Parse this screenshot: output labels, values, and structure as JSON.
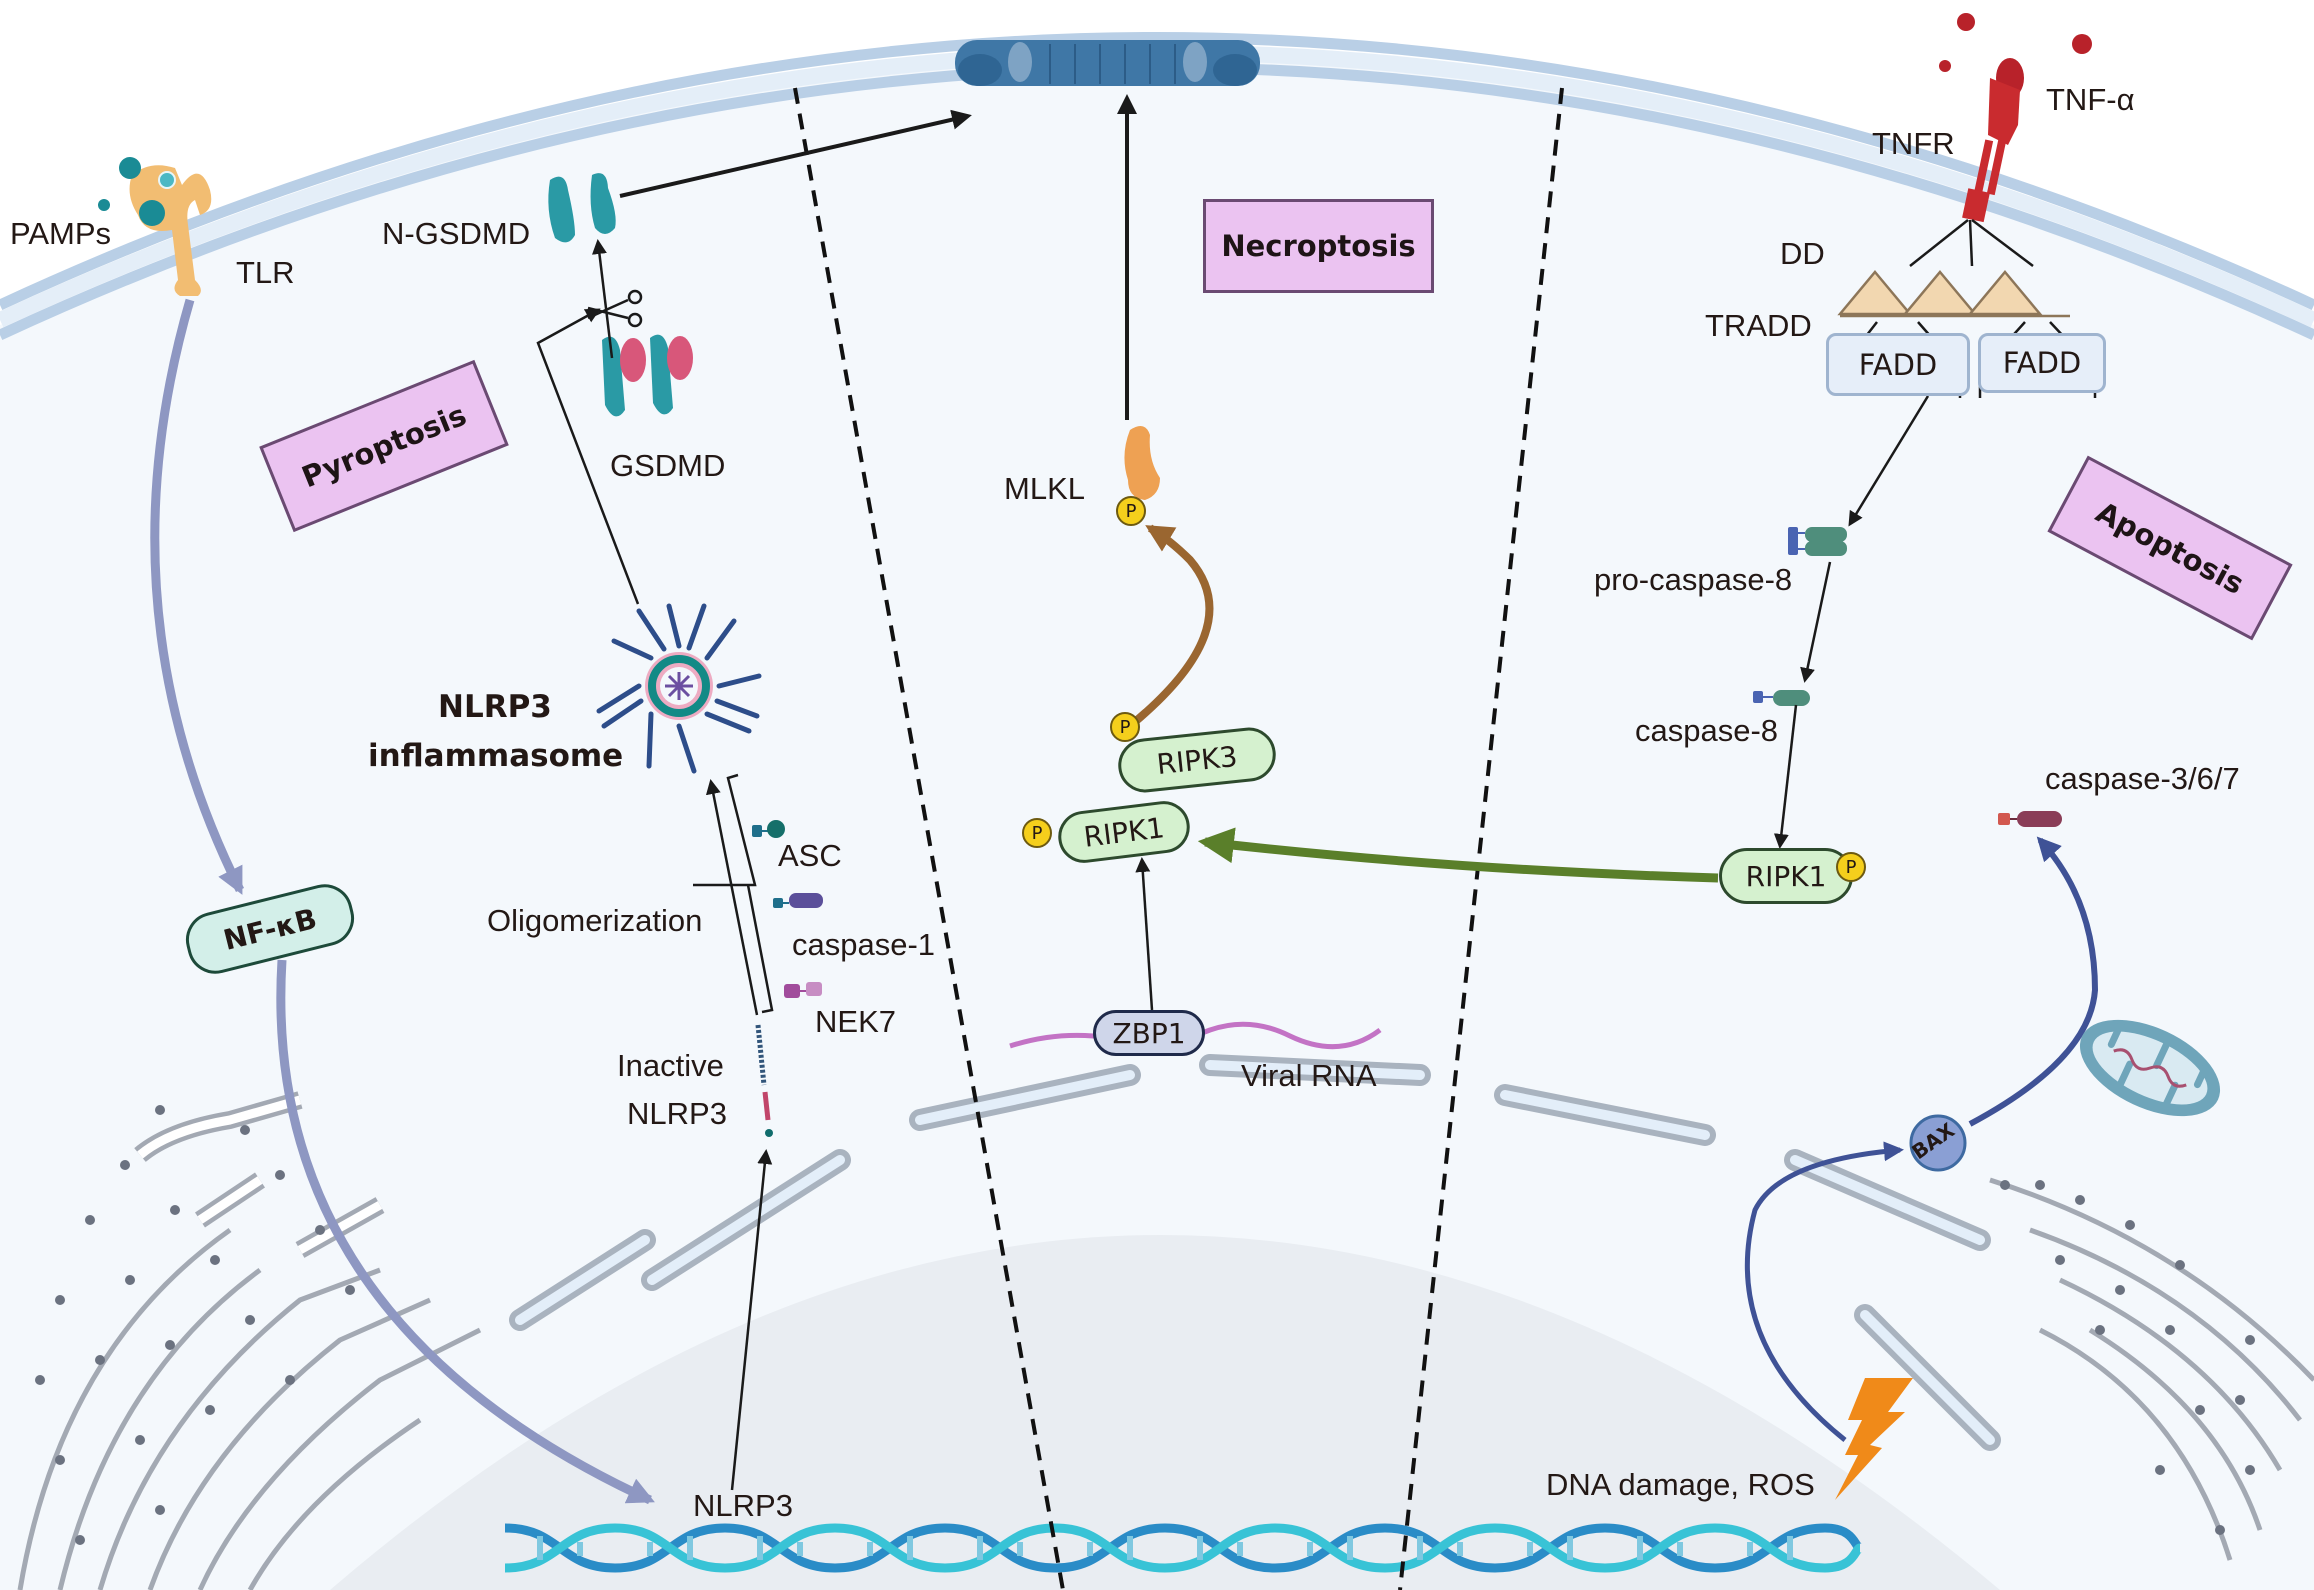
{
  "figure": {
    "title_boxes": {
      "pyroptosis": "Pyroptosis",
      "necroptosis": "Necroptosis",
      "apoptosis": "Apoptosis"
    },
    "pyroptosis": {
      "pamps": "PAMPs",
      "tlr": "TLR",
      "nfkb": "NF-κB",
      "n_gsdmd": "N-GSDMD",
      "gsdmd": "GSDMD",
      "inflammasome_line1": "NLRP3",
      "inflammasome_line2": "inflammasome",
      "asc": "ASC",
      "caspase1": "caspase-1",
      "nek7": "NEK7",
      "oligomerization": "Oligomerization",
      "inactive_line1": "Inactive",
      "inactive_line2": "NLRP3",
      "nlrp3_gene": "NLRP3"
    },
    "necroptosis": {
      "mlkl": "MLKL",
      "ripk3": "RIPK3",
      "ripk1": "RIPK1",
      "zbp1": "ZBP1",
      "viral_rna": "Viral RNA",
      "phospho": "P"
    },
    "apoptosis": {
      "tnf_alpha": "TNF-α",
      "tnfr": "TNFR",
      "dd": "DD",
      "tradd": "TRADD",
      "fadd_1": "FADD",
      "fadd_2": "FADD",
      "pro_caspase8": "pro-caspase-8",
      "caspase8": "caspase-8",
      "ripk1": "RIPK1",
      "caspase367": "caspase-3/6/7",
      "bax": "BAX",
      "dna_damage": "DNA damage, ROS",
      "phospho": "P"
    },
    "colors": {
      "cytoplasm": "#f4f8fc",
      "nucleus": "#e9edf2",
      "membrane": "#b9cfe6",
      "title_box_fill": "#ebc3f1",
      "kinase_pill": "#d5f1cf",
      "phospho_badge": "#f5cf1c",
      "activation_arrow_green": "#5a7f2a",
      "mlkl_arrow_brown": "#9a6630",
      "nfkb_arrow": "#8e97c2",
      "bax_arrow": "#3f5296"
    }
  }
}
